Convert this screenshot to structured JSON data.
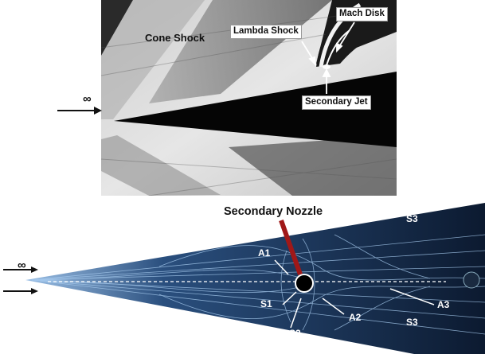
{
  "top_figure": {
    "freestream_symbol": "∞",
    "labels": {
      "cone_shock": "Cone Shock",
      "lambda_shock": "Lambda Shock",
      "mach_disk": "Mach Disk",
      "secondary_jet": "Secondary Jet"
    }
  },
  "bottom_figure": {
    "title": "Secondary Nozzle",
    "freestream_symbol": "∞",
    "labels": {
      "a1": "A1",
      "a2": "A2",
      "a3": "A3",
      "s1": "S1",
      "s2": "S2",
      "s3_top": "S3",
      "s3_bottom": "S3"
    }
  },
  "colors": {
    "shadowgraph_light": "#d8d8d8",
    "shadowgraph_dark": "#0a0a0a",
    "oilflow_background": "#0b1526",
    "oilflow_streak": "#9fc4ea",
    "nozzle_marker": "#a01818"
  }
}
